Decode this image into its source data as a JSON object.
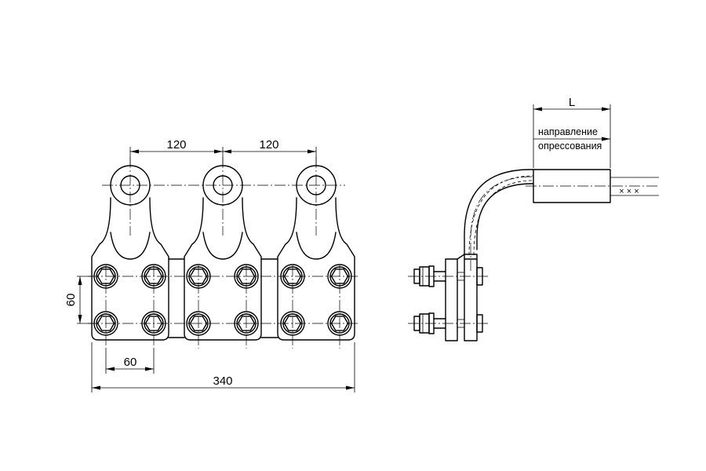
{
  "dimensions": {
    "pitch_left": "120",
    "pitch_right": "120",
    "bolt_vertical": "60",
    "bolt_horizontal": "60",
    "overall_width": "340",
    "sleeve_length": "L"
  },
  "annotation": {
    "line1": "направление",
    "line2": "опрессования"
  },
  "cable_marks": "× × ×"
}
